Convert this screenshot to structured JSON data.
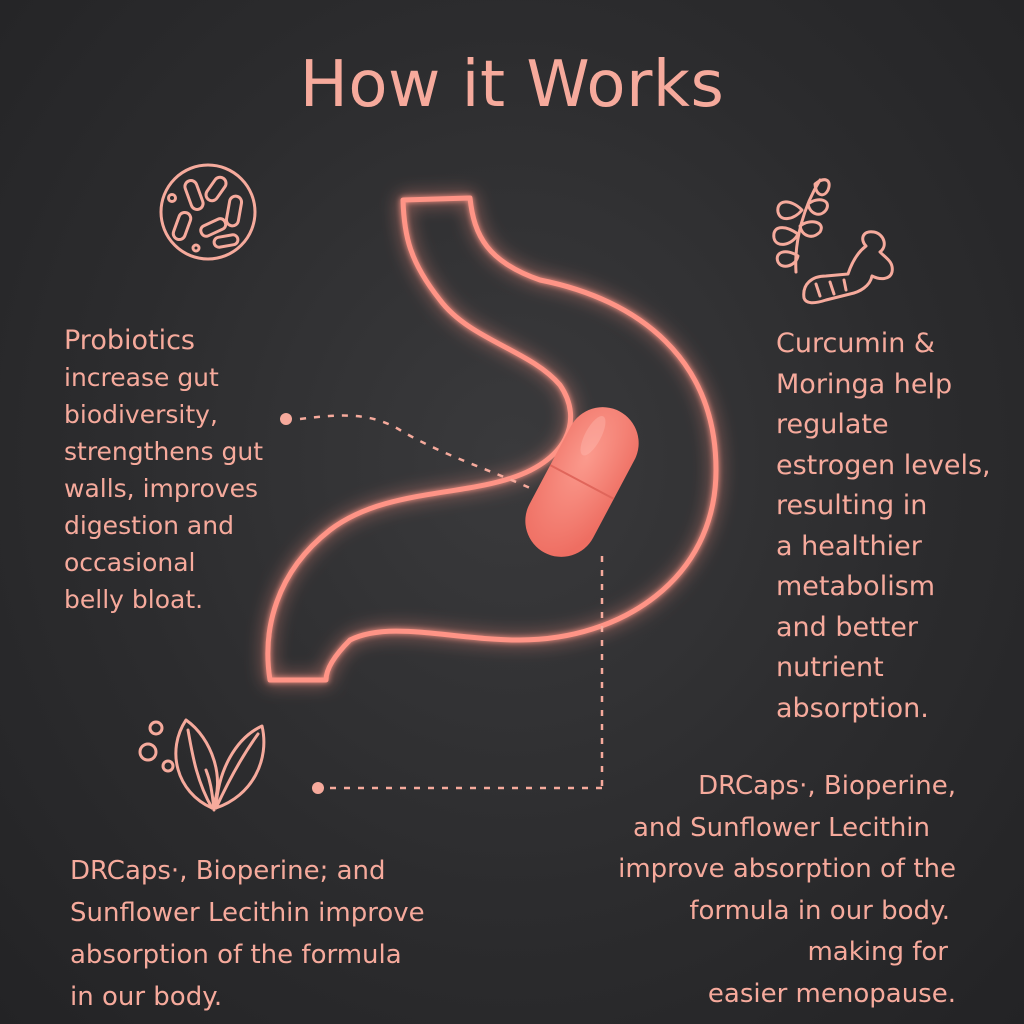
{
  "title": "How it Works",
  "probiotics": {
    "lines": [
      "Probiotics",
      "increase gut",
      "biodiversity,",
      "strengthens gut",
      "walls, improves",
      "digestion and",
      "occasional",
      "belly bloat."
    ]
  },
  "curcumin": {
    "lines": [
      "Curcumin &",
      "Moringa help",
      "regulate",
      "estrogen levels,",
      "resulting in",
      "a healthier",
      "metabolism",
      "and better",
      "nutrient",
      "absorption."
    ]
  },
  "bottom_left": {
    "lines": [
      "DRCaps·, Bioperine; and",
      "Sunflower Lecithin improve",
      "absorption of the formula",
      "in our body."
    ]
  },
  "bottom_right": {
    "lines": [
      "DRCaps·, Bioperine,",
      "and Sunflower Lecithin",
      "improve absorption of the",
      "formula in our body.",
      "making for",
      "easier menopause."
    ]
  },
  "colors": {
    "background": "#2c2c2e",
    "accent": "#f6aa9c",
    "neon": "#ff8e80",
    "capsule": "#f47c70"
  },
  "icons": [
    "bacteria-icon",
    "herb-ginger-icon",
    "leaves-bubbles-icon",
    "stomach-illustration",
    "capsule-illustration"
  ]
}
